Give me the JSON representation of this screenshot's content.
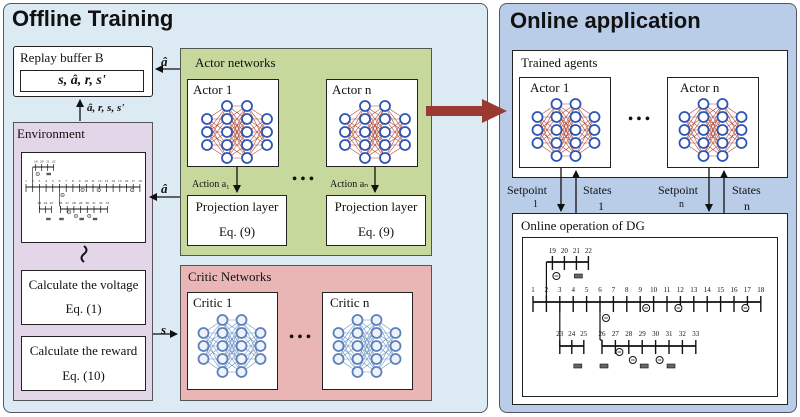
{
  "offline": {
    "title": "Offline Training",
    "replay_buffer": {
      "title": "Replay buffer B",
      "contents": "s, â, r, s'"
    },
    "actor_networks": {
      "title": "Actor networks",
      "actor_1": "Actor 1",
      "actor_n": "Actor n",
      "action_1": "Action a₁",
      "action_n": "Action aₙ",
      "projection_label": "Projection layer",
      "projection_eq": "Eq. (9)"
    },
    "environment": {
      "title": "Environment",
      "voltage_label": "Calculate the voltage",
      "voltage_eq": "Eq. (1)",
      "reward_label": "Calculate the reward",
      "reward_eq": "Eq. (10)"
    },
    "critic_networks": {
      "title": "Critic Networks",
      "critic_1": "Critic 1",
      "critic_n": "Critic n"
    },
    "arrows": {
      "a_hat": "â",
      "transition": "â, r, s, s'",
      "s": "s",
      "ellipsis": "• • •"
    }
  },
  "online": {
    "title": "Online application",
    "trained_agents": {
      "title": "Trained agents",
      "actor_1": "Actor 1",
      "actor_n": "Actor n"
    },
    "signals": {
      "setpoint_1": "Setpoint",
      "setpoint_1_index": "1",
      "states_1": "States",
      "states_1_index": "1",
      "setpoint_n": "Setpoint",
      "setpoint_n_index": "n",
      "states_n": "States",
      "states_n_index": "n"
    },
    "dg_operation": {
      "title": "Online operation of DG",
      "bus_numbers_main": [
        "1",
        "2",
        "3",
        "4",
        "5",
        "6",
        "7",
        "8",
        "9",
        "10",
        "11",
        "12",
        "13",
        "14",
        "15",
        "16",
        "17",
        "18"
      ],
      "bus_numbers_branch_top": [
        "19",
        "20",
        "21",
        "22"
      ],
      "bus_numbers_branch_low": [
        "23",
        "24",
        "25",
        "26",
        "27",
        "28",
        "29",
        "30",
        "31",
        "32",
        "33"
      ]
    }
  },
  "colors": {
    "offline_bg": "#dbeaf3",
    "online_bg": "#b9cde9",
    "actor_bg": "#c6d89c",
    "environment_bg": "#e2d6e8",
    "critic_bg": "#e9b5b5",
    "big_arrow": "#9b3a33",
    "actor_node": "#2f55b4",
    "actor_edge": "#b04a3a",
    "critic_node": "#5d80b8",
    "critic_edge": "#6c96c5"
  }
}
